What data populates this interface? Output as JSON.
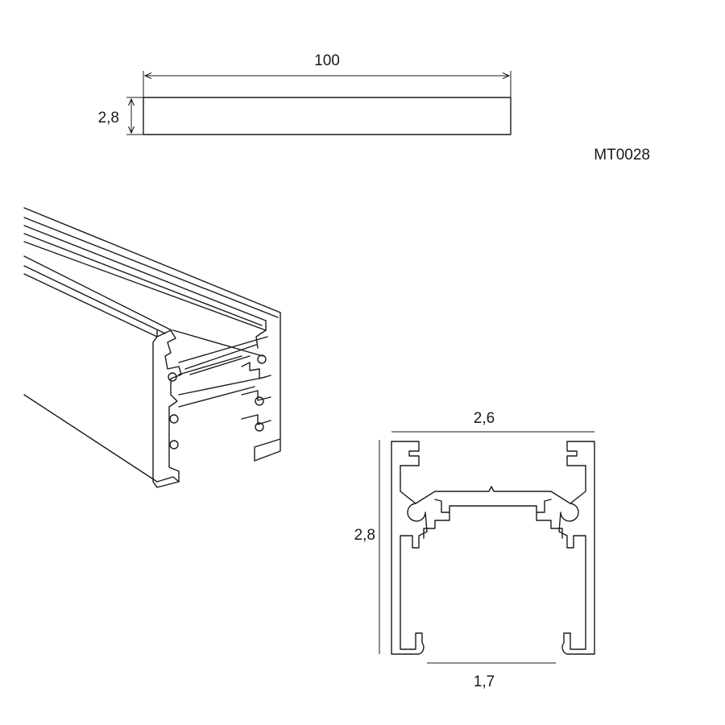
{
  "product_code": "MT0028",
  "side_view": {
    "length_label": "100",
    "height_label": "2,8"
  },
  "cross_section": {
    "width_label": "2,6",
    "height_label": "2,8",
    "opening_label": "1,7"
  },
  "colors": {
    "line": "#1a1a1a",
    "background": "#ffffff"
  }
}
